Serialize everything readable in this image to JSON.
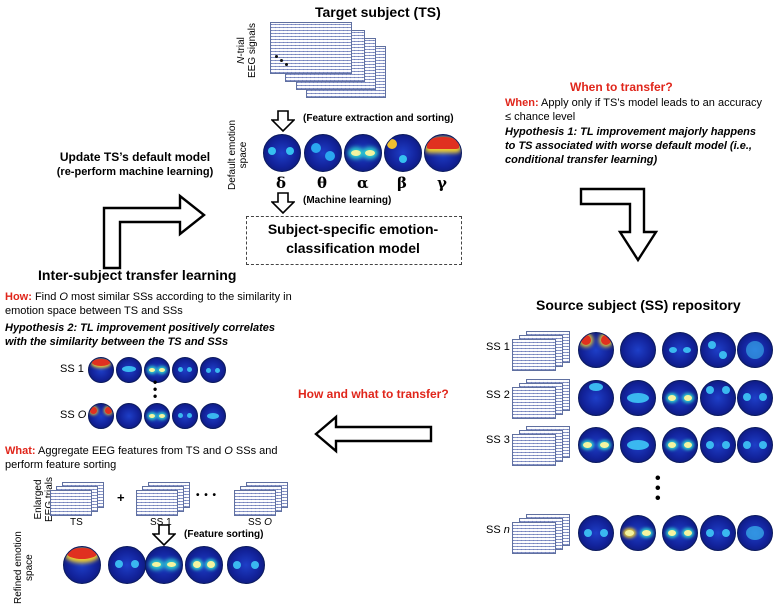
{
  "target": {
    "title": "Target subject (TS)",
    "eeg_label": "N-trial EEG signals",
    "eeg_label_n": "N",
    "eeg_label_rest": "-trial",
    "eeg_label_line2": "EEG signals",
    "step1": "(Feature extraction and sorting)",
    "space_label_line1": "Default emotion",
    "space_label_line2": "space",
    "bands": [
      "δ",
      "θ",
      "α",
      "β",
      "γ"
    ],
    "step2": "(Machine learning)",
    "model_line1": "Subject-specific emotion-",
    "model_line2": "classification model"
  },
  "update": {
    "line1": "Update TS’s default model",
    "line2": "(re-perform machine learning)"
  },
  "when": {
    "heading": "When to transfer?",
    "label": "When:",
    "text": " Apply only if TS’s model leads to an accuracy ≤ chance level",
    "hypothesis": "Hypothesis 1: TL improvement majorly happens to TS associated with worse default model (i.e., conditional transfer learning)"
  },
  "inter": {
    "title": "Inter-subject transfer learning",
    "how_label": "How:",
    "how_text_a": " Find ",
    "how_o": "O",
    "how_text_b": " most similar SSs according to the similarity in emotion space between TS and SSs",
    "hypothesis": "Hypothesis 2:  TL improvement positively correlates with the similarity between the TS and SSs",
    "ss1": "SS 1",
    "sso_prefix": "SS ",
    "sso_o": "O",
    "what_label": "What:",
    "what_text_a": " Aggregate EEG features from TS and ",
    "what_o": "O",
    "what_text_b": " SSs and perform feature sorting",
    "enlarged_line1": "Enlarged",
    "enlarged_line2": "EEG trials",
    "trial_ts": "TS",
    "trial_ss1": "SS 1",
    "trial_sso_prefix": "SS ",
    "trial_sso_o": "O",
    "plus": "+",
    "ellipsis": "• • •",
    "step_sort": "(Feature sorting)",
    "refined_line1": "Refined emotion",
    "refined_line2": "space"
  },
  "how_what": {
    "heading": "How and what to transfer?"
  },
  "repository": {
    "title": "Source subject (SS) repository",
    "rows": [
      "SS 1",
      "SS 2",
      "SS 3"
    ],
    "last_prefix": "SS ",
    "last_n": "n"
  },
  "colors": {
    "accent_red": "#e0261b",
    "topo_blue": "#12229a"
  }
}
